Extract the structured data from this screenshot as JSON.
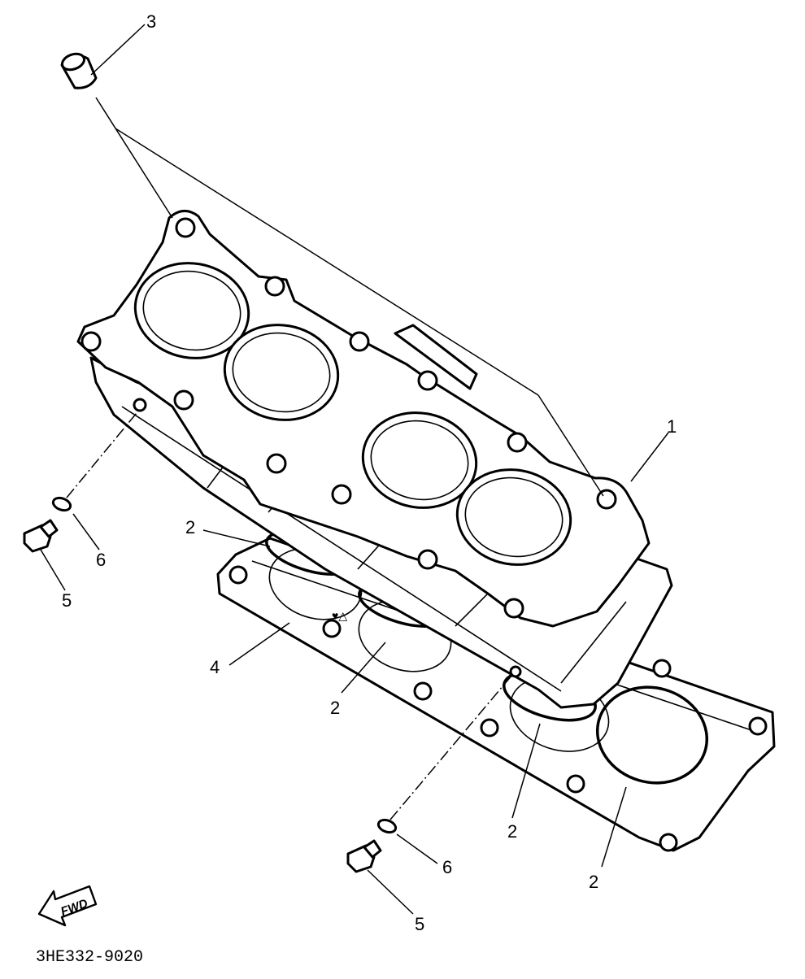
{
  "callouts": {
    "c1": "1",
    "c2a": "2",
    "c2b": "2",
    "c2c": "2",
    "c2d": "2",
    "c3": "3",
    "c4": "4",
    "c5a": "5",
    "c5b": "5",
    "c6a": "6",
    "c6b": "6"
  },
  "fwd_label": "FWD",
  "diagram_code": "3HE332-9020"
}
